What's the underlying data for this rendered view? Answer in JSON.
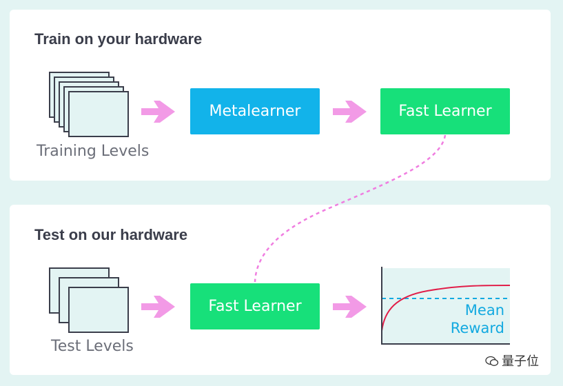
{
  "train": {
    "title": "Train on your hardware",
    "levels_caption": "Training Levels",
    "metalearner_label": "Metalearner",
    "fast_learner_label": "Fast Learner"
  },
  "test": {
    "title": "Test on our hardware",
    "levels_caption": "Test Levels",
    "fast_learner_label": "Fast Learner",
    "reward_label_line1": "Mean",
    "reward_label_line2": "Reward"
  },
  "watermark": {
    "text": "量子位"
  },
  "colors": {
    "background": "#e3f4f3",
    "metalearner": "#12b3ea",
    "fast_learner": "#17e07a",
    "arrow": "#f29ae6",
    "dotted_link": "#f07de0",
    "reward_curve": "#e11d48",
    "mean_line": "#12a9e0"
  }
}
